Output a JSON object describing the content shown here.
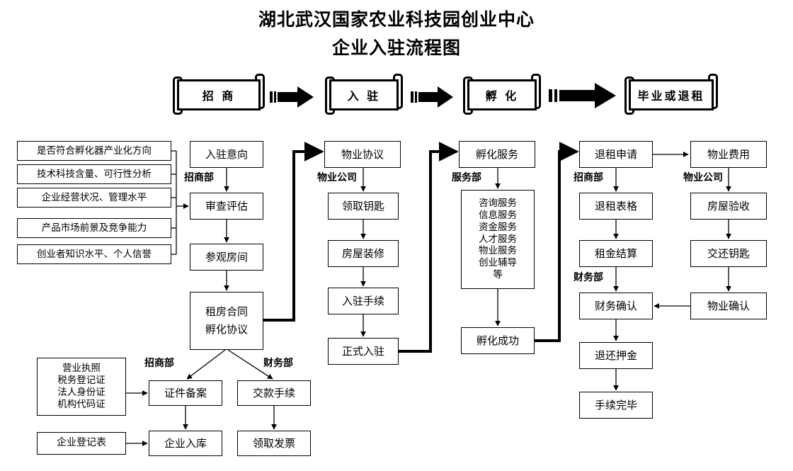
{
  "title": {
    "line1": "湖北武汉国家农业科技园创业中心",
    "line2": "企业入驻流程图"
  },
  "stages": [
    {
      "label": "招 商"
    },
    {
      "label": "入 驻"
    },
    {
      "label": "孵 化"
    },
    {
      "label": "毕业或退租"
    }
  ],
  "stage_arrow_icon": "block-arrow-right-icon",
  "criteria": [
    {
      "label": "是否符合孵化器产业化方向"
    },
    {
      "label": "技术科技含量、可行性分析"
    },
    {
      "label": "企业经营状况、管理水平"
    },
    {
      "label": "产品市场前景及竞争能力"
    },
    {
      "label": "创业者知识水平、个人信誉"
    }
  ],
  "col_intent": {
    "dept": "招商部",
    "nodes": [
      {
        "label": "入驻意向"
      },
      {
        "label": "审查评估"
      },
      {
        "label": "参观房间"
      }
    ],
    "contract": {
      "line1": "租房合同",
      "line2": "孵化协议"
    }
  },
  "col_property": {
    "dept": "物业公司",
    "nodes": [
      {
        "label": "物业协议"
      },
      {
        "label": "领取钥匙"
      },
      {
        "label": "房屋装修"
      },
      {
        "label": "入驻手续"
      },
      {
        "label": "正式入驻"
      }
    ]
  },
  "col_incubation": {
    "dept": "服务部",
    "head": {
      "label": "孵化服务"
    },
    "services": [
      "咨询服务",
      "信息服务",
      "资金服务",
      "人才服务",
      "物业服务",
      "创业辅导",
      "等"
    ],
    "result": {
      "label": "孵化成功"
    }
  },
  "col_exit": {
    "dept_top": "招商部",
    "dept_mid": "财务部",
    "nodes": [
      {
        "label": "退租申请"
      },
      {
        "label": "退租表格"
      },
      {
        "label": "租金结算"
      },
      {
        "label": "财务确认"
      },
      {
        "label": "退还押金"
      },
      {
        "label": "手续完毕"
      }
    ]
  },
  "col_propexit": {
    "dept": "物业公司",
    "nodes": [
      {
        "label": "物业费用"
      },
      {
        "label": "房屋验收"
      },
      {
        "label": "交还钥匙"
      },
      {
        "label": "物业确认"
      }
    ]
  },
  "bottom": {
    "dept_left": "招商部",
    "dept_right": "财务部",
    "documents": [
      "营业执照",
      "税务登记证",
      "法人身份证",
      "机构代码证"
    ],
    "registration_form": {
      "label": "企业登记表"
    },
    "left_branch": [
      {
        "label": "证件备案"
      },
      {
        "label": "企业入库"
      }
    ],
    "right_branch": [
      {
        "label": "交款手续"
      },
      {
        "label": "领取发票"
      }
    ]
  },
  "colors": {
    "line": "#000000",
    "background": "#ffffff"
  }
}
